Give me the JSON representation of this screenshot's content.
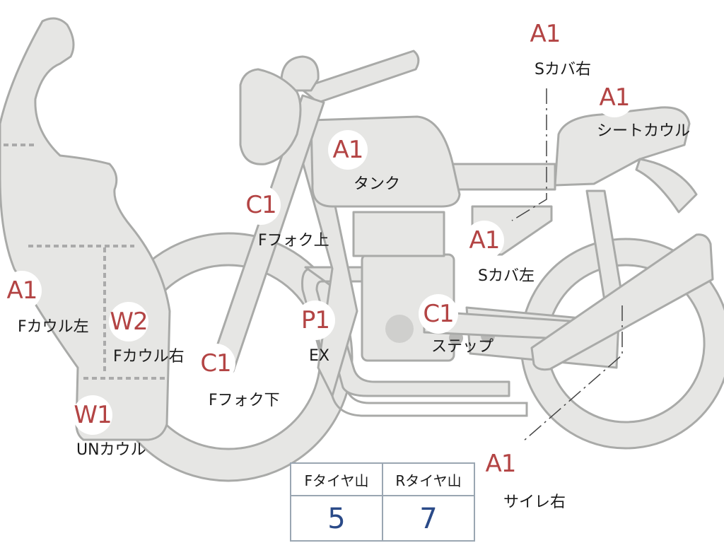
{
  "parts": [
    {
      "id": "s-cover-right",
      "code": "A1",
      "label": "Sカバ右"
    },
    {
      "id": "seat-cowl",
      "code": "A1",
      "label": "シートカウル"
    },
    {
      "id": "tank",
      "code": "A1",
      "label": "タンク"
    },
    {
      "id": "f-fork-upper",
      "code": "C1",
      "label": "Fフォク上"
    },
    {
      "id": "s-cover-left",
      "code": "A1",
      "label": "Sカバ左"
    },
    {
      "id": "f-cowl-left",
      "code": "A1",
      "label": "Fカウル左"
    },
    {
      "id": "f-cowl-right",
      "code": "W2",
      "label": "Fカウル右"
    },
    {
      "id": "exhaust",
      "code": "P1",
      "label": "EX"
    },
    {
      "id": "step",
      "code": "C1",
      "label": "ステップ"
    },
    {
      "id": "f-fork-lower",
      "code": "C1",
      "label": "Fフォク下"
    },
    {
      "id": "under-cowl",
      "code": "W1",
      "label": "UNカウル"
    },
    {
      "id": "silencer-right",
      "code": "A1",
      "label": "サイレ右"
    }
  ],
  "tire_table": {
    "front_header": "Fタイヤ山",
    "rear_header": "Rタイヤ山",
    "front_value": "5",
    "rear_value": "7"
  },
  "colors": {
    "code_text": "#b34444",
    "value_text": "#2a4a88",
    "part_fill": "#e6e6e4",
    "part_outline": "#a9aaa8"
  }
}
